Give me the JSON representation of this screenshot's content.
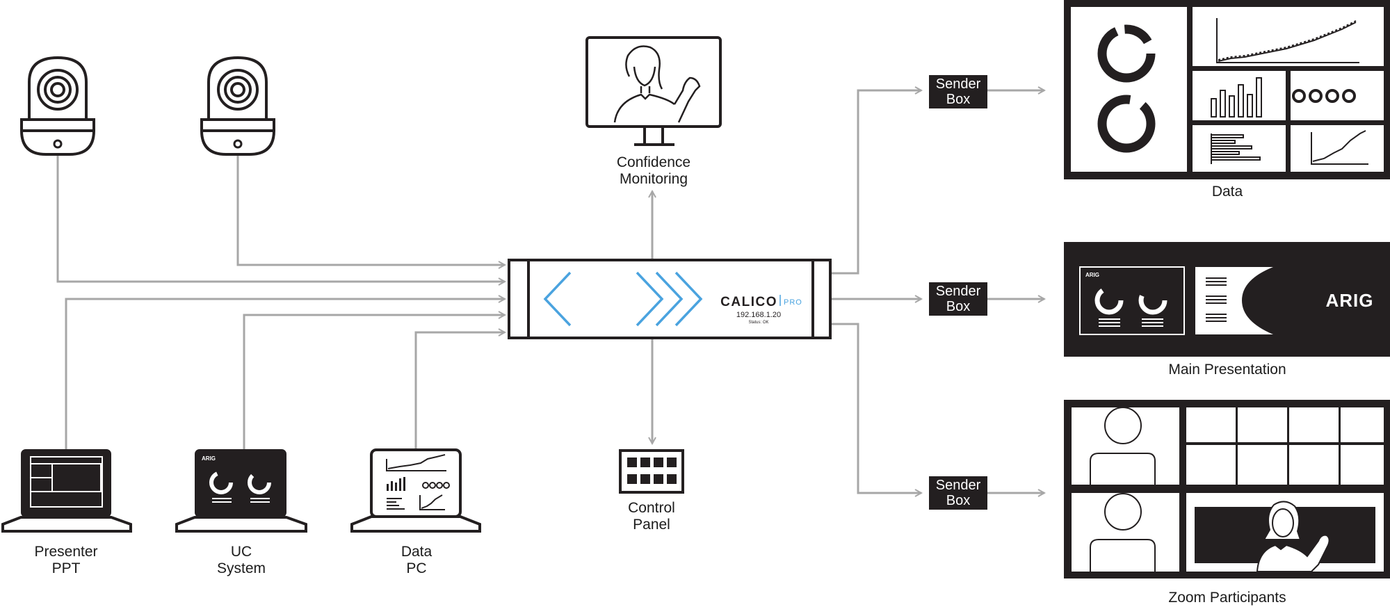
{
  "sources": {
    "presenter_line1": "Presenter",
    "presenter_line2": "PPT",
    "uc_line1": "UC",
    "uc_line2": "System",
    "datapc_line1": "Data",
    "datapc_line2": "PC",
    "uc_logo": "ARIG",
    "laptop_logo": "ARIG"
  },
  "hub": {
    "brand": "CALICO",
    "edition": "PRO",
    "ip": "192.168.1.20",
    "status": "Status: OK",
    "accent_color": "#4aa3df"
  },
  "monitor": {
    "line1": "Confidence",
    "line2": "Monitoring"
  },
  "control": {
    "line1": "Control",
    "line2": "Panel"
  },
  "senders": [
    {
      "line1": "Sender",
      "line2": "Box"
    },
    {
      "line1": "Sender",
      "line2": "Box"
    },
    {
      "line1": "Sender",
      "line2": "Box"
    }
  ],
  "outputs": {
    "data_label": "Data",
    "main_label": "Main Presentation",
    "main_logo": "ARIG",
    "main_small_logo": "ARIG",
    "zoom_label": "Zoom Participants"
  },
  "colors": {
    "ink": "#231f20",
    "line": "#a7a7a7",
    "accent": "#4aa3df"
  }
}
